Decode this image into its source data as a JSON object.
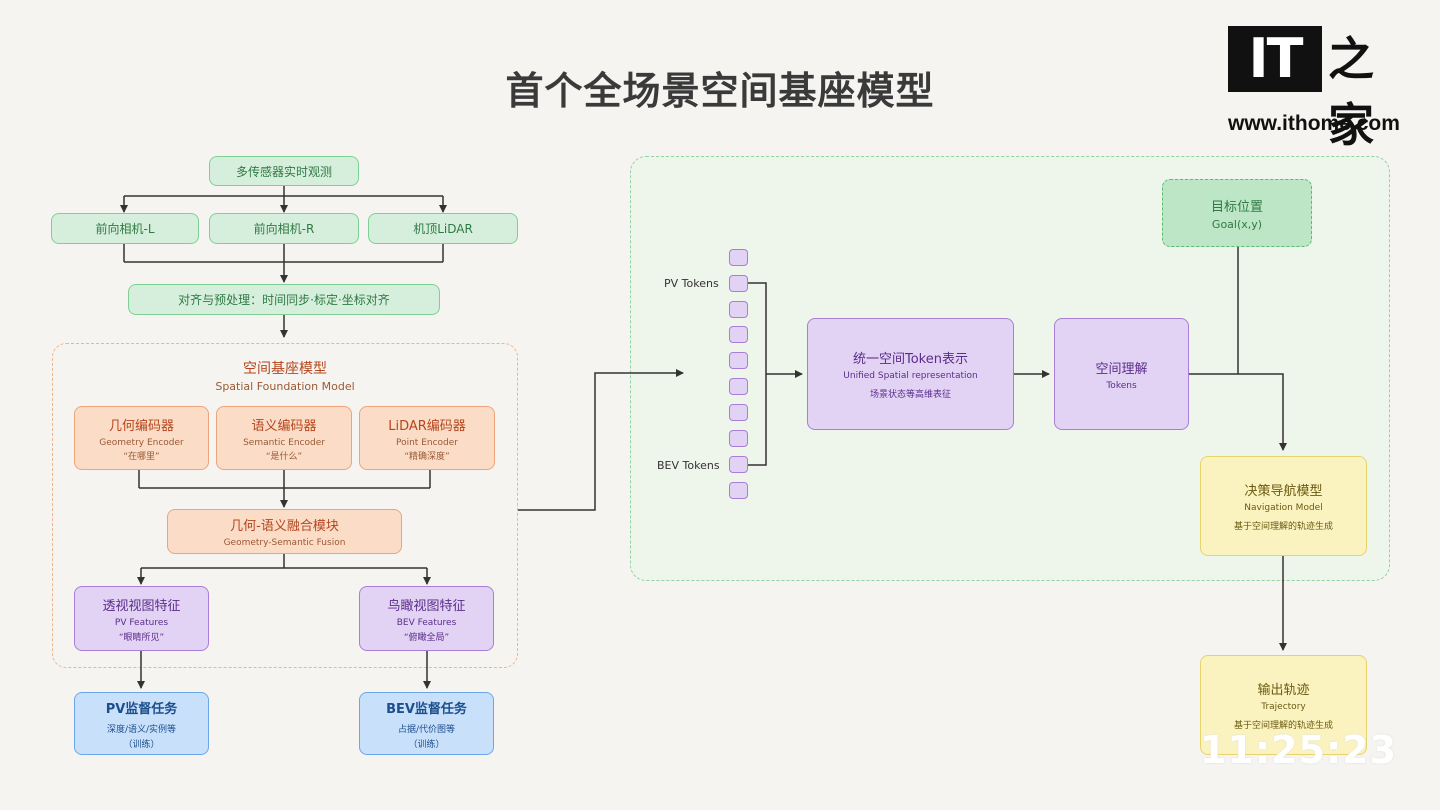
{
  "title": "首个全场景空间基座模型",
  "logo": {
    "mark": "IT",
    "cn": "之家",
    "url": "www.ithome.com"
  },
  "sensors": {
    "top": "多传感器实时观测",
    "cam_l": "前向相机-L",
    "cam_r": "前向相机-R",
    "lidar": "机顶LiDAR",
    "align": "对齐与预处理：时间同步·标定·坐标对齐"
  },
  "sfm": {
    "title": "空间基座模型",
    "subtitle": "Spatial Foundation Model"
  },
  "encoders": [
    {
      "title": "几何编码器",
      "en": "Geometry Encoder",
      "quote": "“在哪里”"
    },
    {
      "title": "语义编码器",
      "en": "Semantic Encoder",
      "quote": "“是什么”"
    },
    {
      "title": "LiDAR编码器",
      "en": "Point Encoder",
      "quote": "“精确深度”"
    }
  ],
  "fusion": {
    "title": "几何-语义融合模块",
    "en": "Geometry-Semantic Fusion"
  },
  "features": [
    {
      "title": "透视视图特征",
      "en": "PV Features",
      "quote": "“眼睛所见”"
    },
    {
      "title": "鸟瞰视图特征",
      "en": "BEV Features",
      "quote": "“俯瞰全局”"
    }
  ],
  "tasks": [
    {
      "title": "PV监督任务",
      "desc": "深度/语义/实例等",
      "note": "（训练）"
    },
    {
      "title": "BEV监督任务",
      "desc": "占据/代价图等",
      "note": "（训练）"
    }
  ],
  "tokens": {
    "pv_label": "PV Tokens",
    "bev_label": "BEV Tokens"
  },
  "unified": {
    "title": "统一空间Token表示",
    "en": "Unified Spatial representation",
    "desc": "场景状态等高维表征"
  },
  "understanding": {
    "title": "空间理解",
    "en": "Tokens"
  },
  "goal": {
    "title": "目标位置",
    "en": "Goal(x,y)"
  },
  "navigation": {
    "title": "决策导航模型",
    "en": "Navigation Model",
    "desc": "基于空间理解的轨迹生成"
  },
  "trajectory": {
    "title": "输出轨迹",
    "en": "Trajectory",
    "desc": "基于空间理解的轨迹生成"
  },
  "clock": "11:25:23",
  "colors": {
    "green": "#7fcf95",
    "orange": "#eea37b",
    "purple": "#a97ed8",
    "blue": "#6aa6e8",
    "yellow": "#e6d36d"
  }
}
